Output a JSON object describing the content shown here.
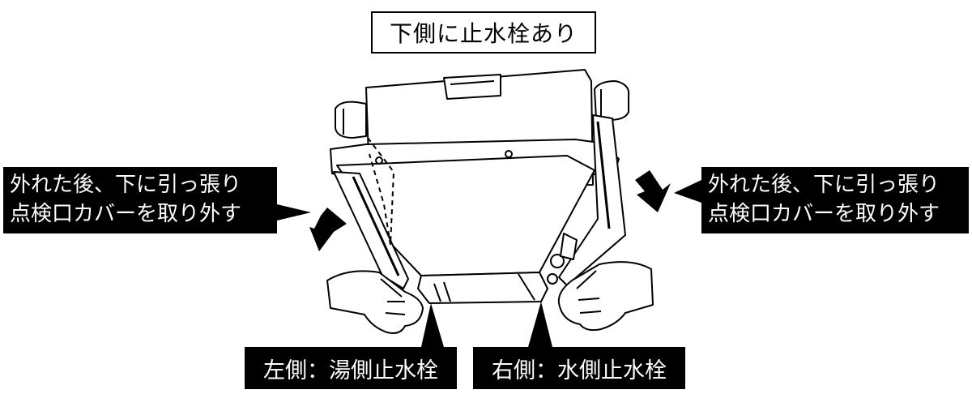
{
  "top_label": "下側に止水栓あり",
  "callout_left": {
    "line1": "外れた後、下に引っ張り",
    "line2": "点検口カバーを取り外す"
  },
  "callout_right": {
    "line1": "外れた後、下に引っ張り",
    "line2": "点検口カバーを取り外す"
  },
  "bottom_left_label": "左側：湯側止水栓",
  "bottom_right_label": "右側：水側止水栓",
  "colors": {
    "ink": "#000000",
    "background": "#ffffff",
    "callout_text": "#ffffff"
  },
  "icons": [
    "arrow-down-left-icon",
    "arrow-down-right-icon",
    "pointer-wedge-icon"
  ]
}
